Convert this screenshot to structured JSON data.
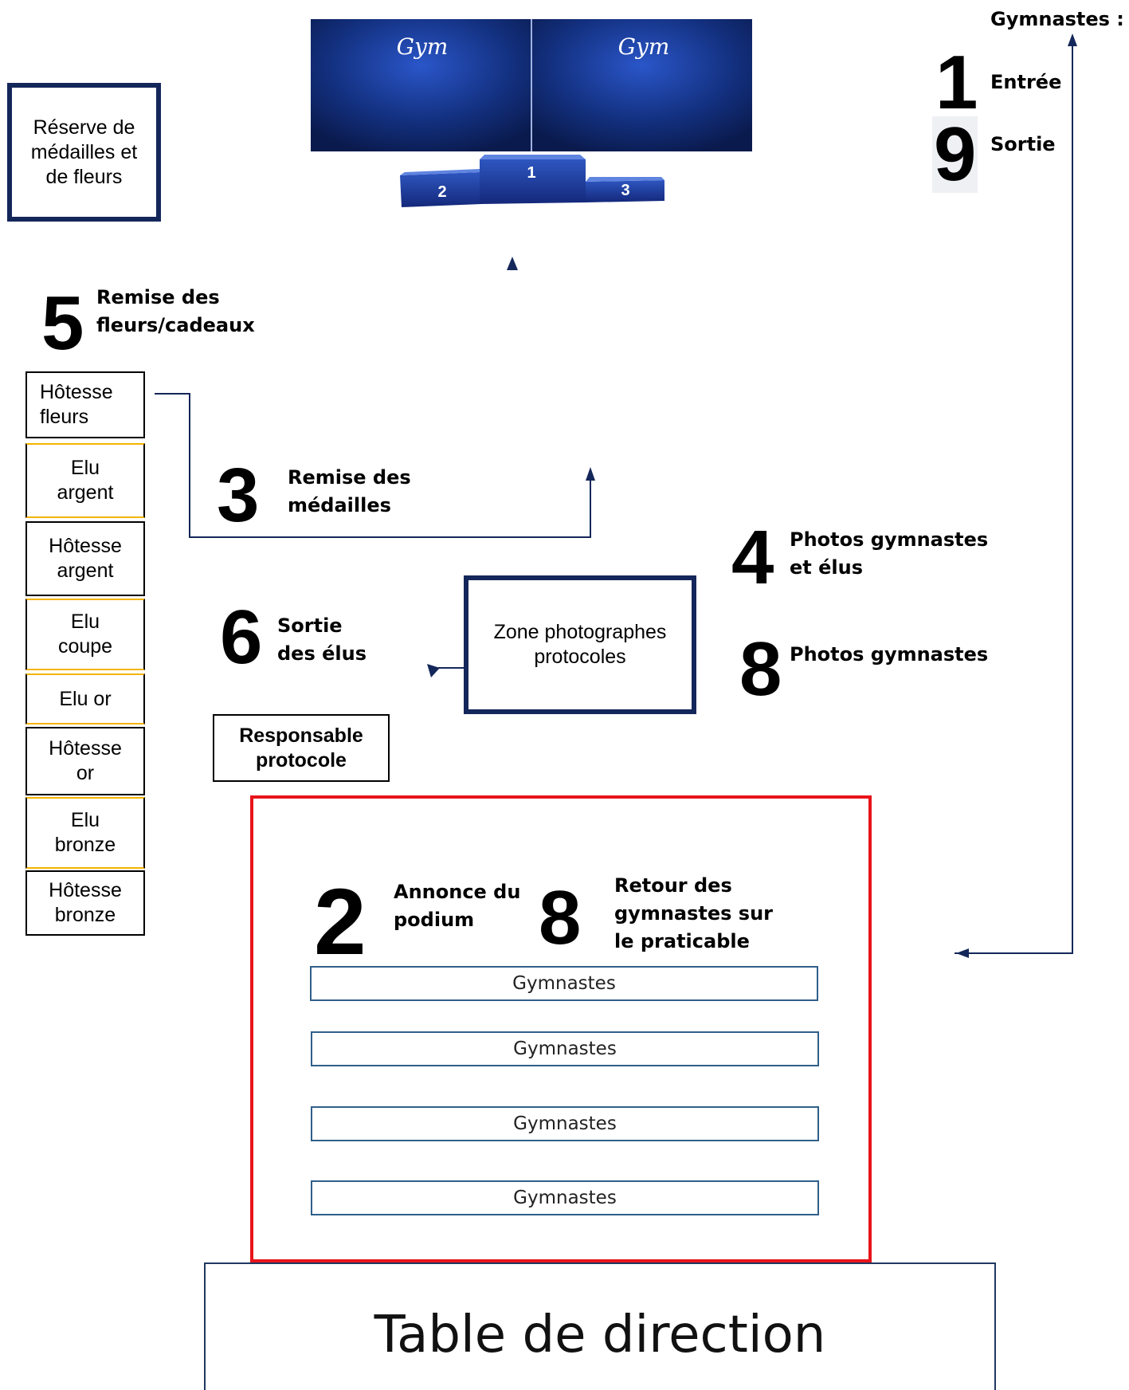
{
  "colors": {
    "navy": "#14275a",
    "red": "#e8141b",
    "gold": "#f4b400",
    "bar_border": "#2f5f8a",
    "podium_blue": "#1f3f95",
    "screen_blue": "#11287a"
  },
  "podium": {
    "logo_text": "Gym",
    "place_1": "1",
    "place_2": "2",
    "place_3": "3"
  },
  "reserve": {
    "label": "Réserve de médailles et de fleurs"
  },
  "legend": {
    "title": "Gymnastes :",
    "step_entree_num": "1",
    "step_entree_label": "Entrée",
    "step_sortie_num": "9",
    "step_sortie_label": "Sortie"
  },
  "steps": {
    "s5_num": "5",
    "s5_label": "Remise des fleurs/cadeaux",
    "s3_num": "3",
    "s3_label": "Remise des médailles",
    "s4_num": "4",
    "s4_label": "Photos gymnastes et élus",
    "s8a_num": "8",
    "s8a_label": "Photos gymnastes",
    "s6_num": "6",
    "s6_label": "Sortie des élus",
    "s2_num": "2",
    "s2_label": "Annonce du podium",
    "s8b_num": "8",
    "s8b_label": "Retour des gymnastes sur le praticable"
  },
  "roster": [
    "Hôtesse fleurs",
    "Elu argent",
    "Hôtesse argent",
    "Elu coupe",
    "Elu or",
    "Hôtesse or",
    "Elu bronze",
    "Hôtesse bronze"
  ],
  "zone_photo": {
    "label": "Zone photographes protocoles"
  },
  "responsable": {
    "label": "Responsable protocole"
  },
  "gymnast_bars": [
    "Gymnastes",
    "Gymnastes",
    "Gymnastes",
    "Gymnastes"
  ],
  "table_direction": {
    "label": "Table de direction"
  }
}
